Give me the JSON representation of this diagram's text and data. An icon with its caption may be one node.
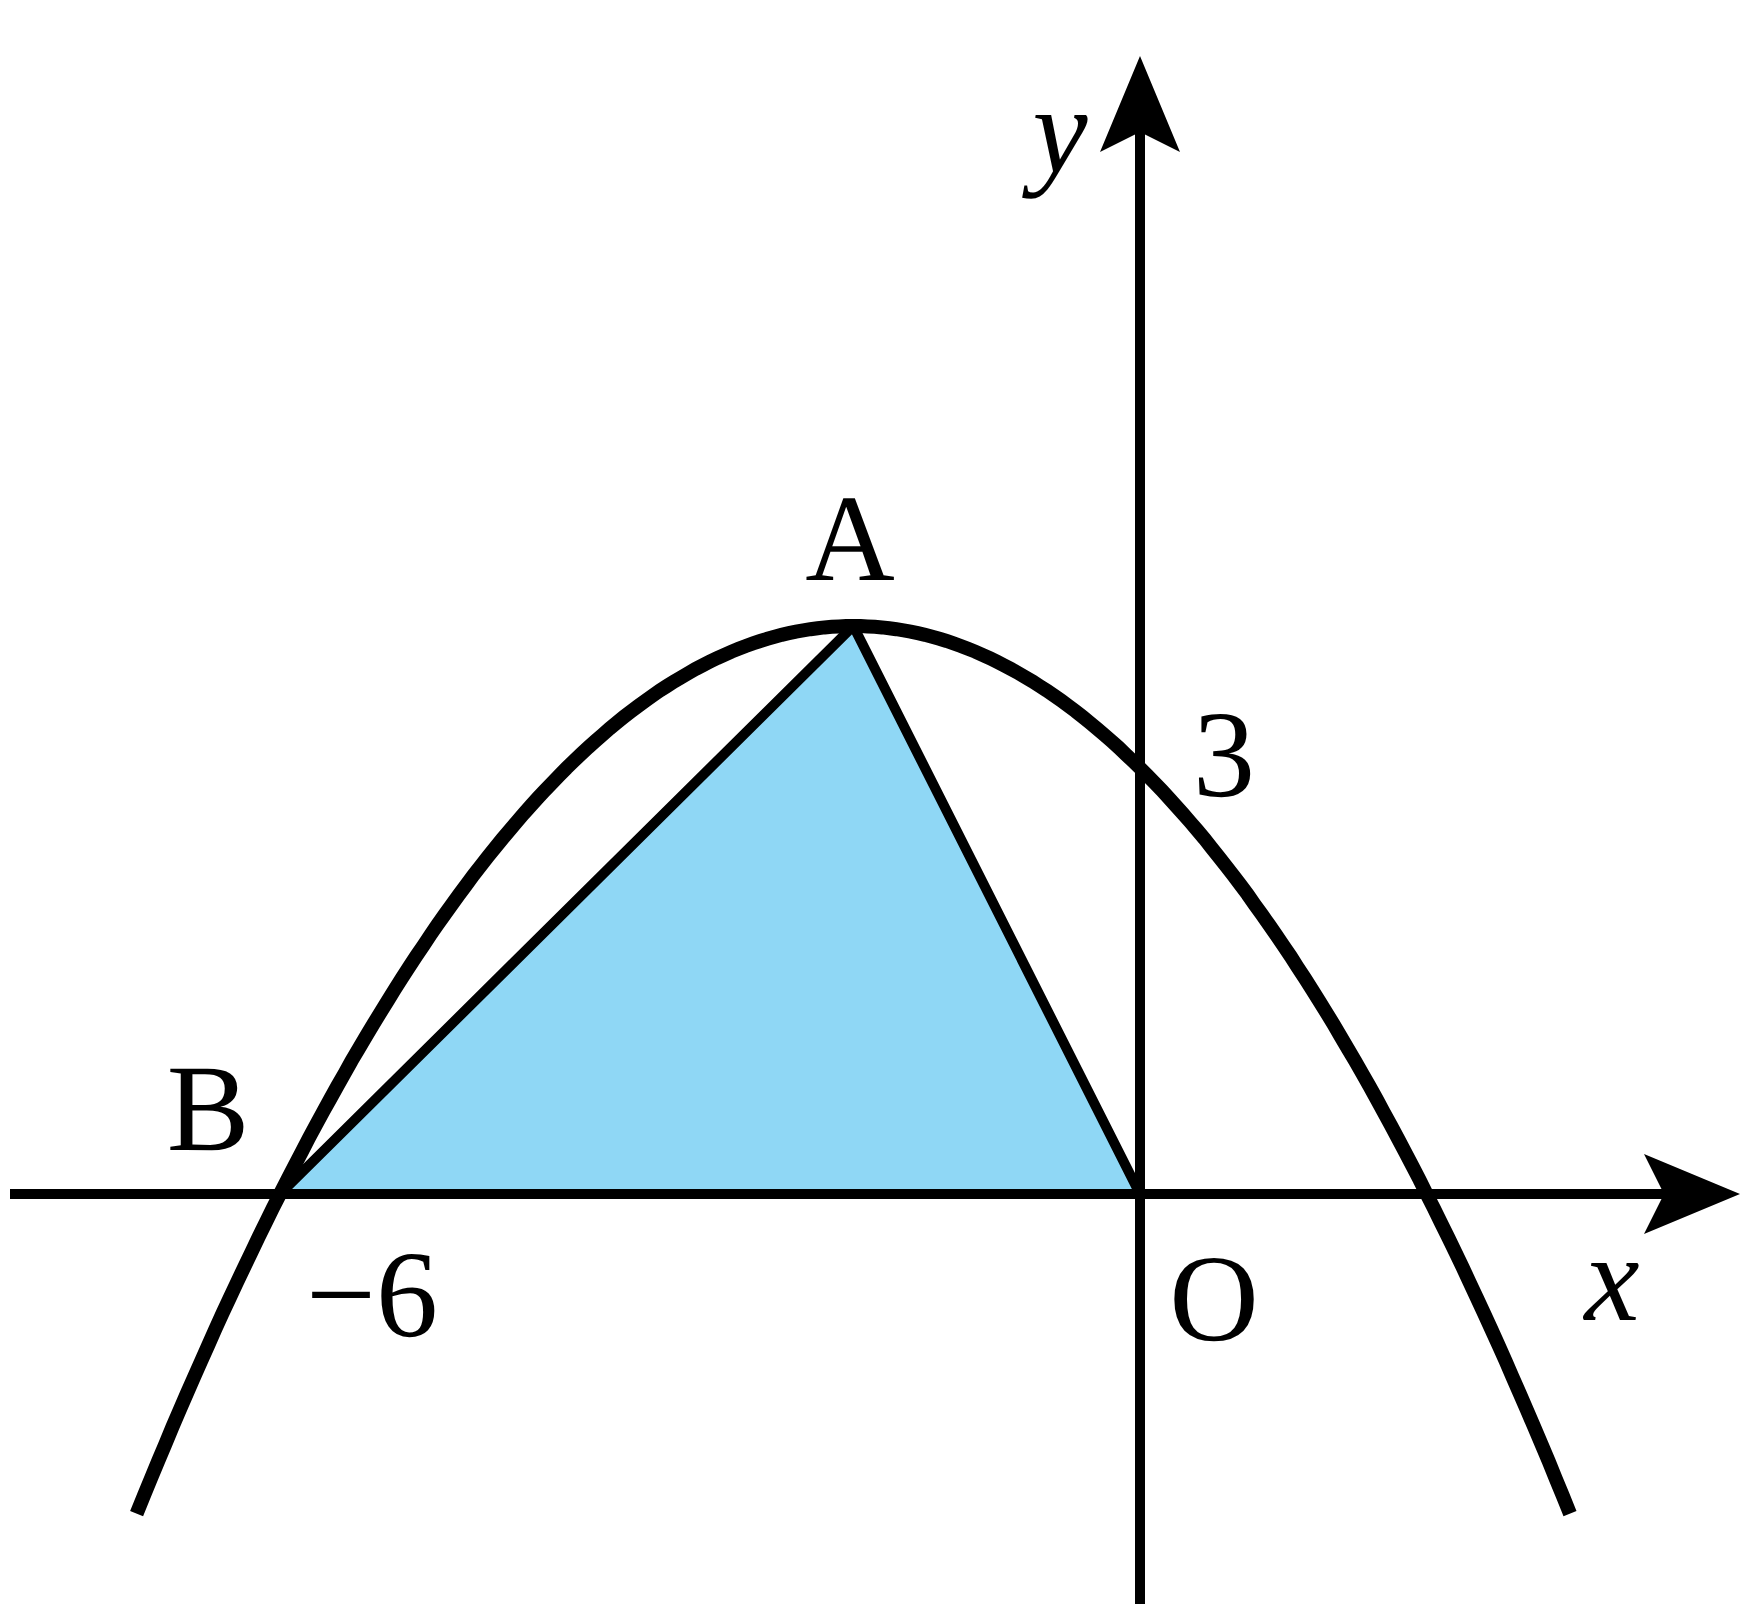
{
  "diagram": {
    "labels": [
      "y",
      "A",
      "3",
      "B",
      "−6",
      "O",
      "x"
    ]
  }
}
